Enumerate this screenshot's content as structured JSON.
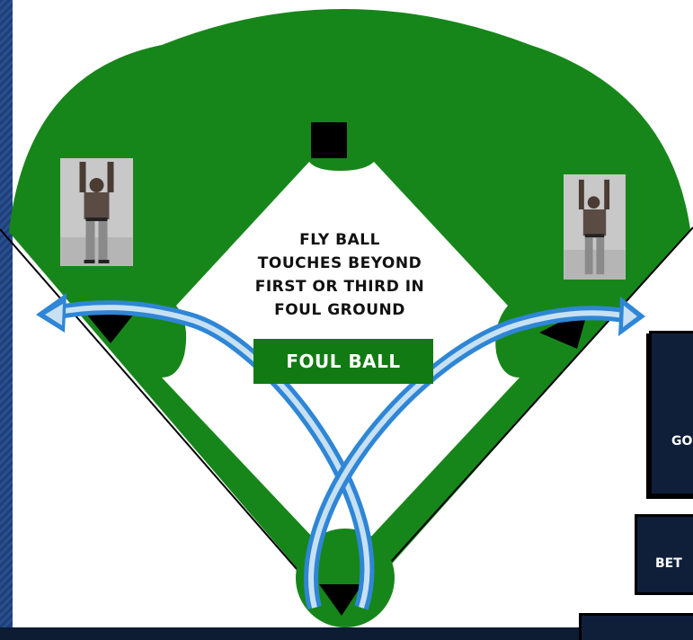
{
  "diagram": {
    "caption_lines": [
      "FLY BALL",
      "TOUCHES BEYOND",
      "FIRST OR THIRD IN",
      "FOUL GROUND"
    ],
    "call_label": "FOUL BALL"
  },
  "side_boxes": {
    "box1_text": "GO",
    "box2_text": "BET"
  },
  "colors": {
    "grass": "#17861a",
    "infield": "#ffffff",
    "base": "#000000",
    "arrow": "#2f86d6",
    "arrow_inner": "#c8e1f2",
    "call_label_bg": "#127a12",
    "slide_bg": "#0d1c33"
  }
}
